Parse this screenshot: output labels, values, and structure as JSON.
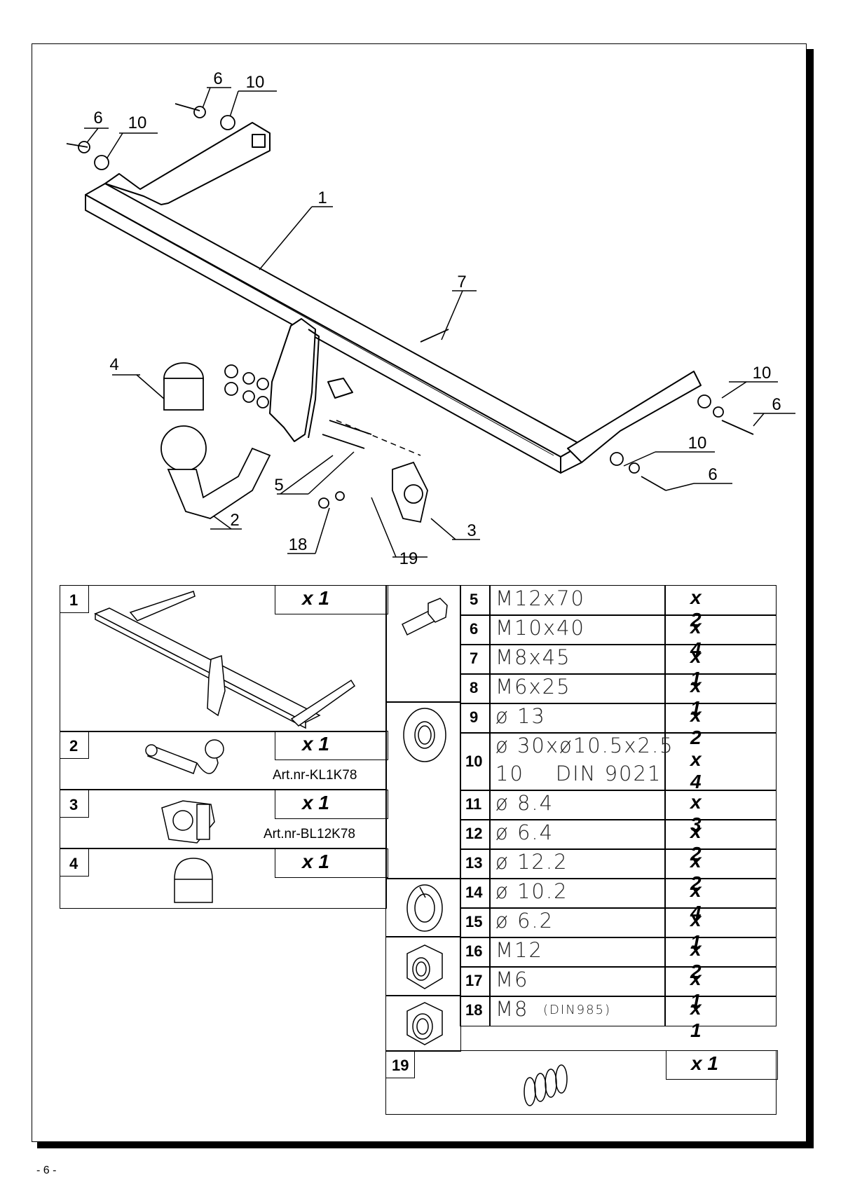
{
  "page_number": "- 6 -",
  "callouts": {
    "c1": "1",
    "c2": "2",
    "c3": "3",
    "c4": "4",
    "c5": "5",
    "c7": "7",
    "c6a": "6",
    "c6b": "6",
    "c6c": "6",
    "c6d": "6",
    "c10a": "10",
    "c10b": "10",
    "c10c": "10",
    "c10d": "10",
    "c18": "18",
    "c19": "19"
  },
  "left_parts": [
    {
      "num": "1",
      "qty": "x 1",
      "art": ""
    },
    {
      "num": "2",
      "qty": "x 1",
      "art": "Art.nr-KL1K78"
    },
    {
      "num": "3",
      "qty": "x 1",
      "art": "Art.nr-BL12K78"
    },
    {
      "num": "4",
      "qty": "x 1",
      "art": ""
    }
  ],
  "hardware": [
    {
      "num": "5",
      "spec": "M12x70",
      "qty": "x 2"
    },
    {
      "num": "6",
      "spec": "M10x40",
      "qty": "x 4"
    },
    {
      "num": "7",
      "spec": "M8x45",
      "qty": "x 1"
    },
    {
      "num": "8",
      "spec": "M6x25",
      "qty": "x 1"
    },
    {
      "num": "9",
      "spec": "ø 13",
      "qty": "x 2"
    },
    {
      "num": "10",
      "spec": "ø 30xø10.5x2.5",
      "spec2": "10    DIN 9021",
      "qty": "x 4"
    },
    {
      "num": "11",
      "spec": "ø 8.4",
      "qty": "x 3"
    },
    {
      "num": "12",
      "spec": "ø 6.4",
      "qty": "x 2"
    },
    {
      "num": "13",
      "spec": "ø 12.2",
      "qty": "x 2"
    },
    {
      "num": "14",
      "spec": "ø 10.2",
      "qty": "x 4"
    },
    {
      "num": "15",
      "spec": "ø 6.2",
      "qty": "x 1"
    },
    {
      "num": "16",
      "spec": "M12",
      "qty": "x 2"
    },
    {
      "num": "17",
      "spec": "M6",
      "qty": "x 1"
    },
    {
      "num": "18",
      "spec": "M8",
      "spec_small": "(DIN985)",
      "qty": "x 1"
    }
  ],
  "spring": {
    "num": "19",
    "qty": "x 1"
  },
  "icons": [
    "bolt-icon",
    "flat-washer-icon",
    "spring-washer-icon",
    "hex-nut-icon",
    "lock-nut-icon",
    "spring-icon",
    "towbar-icon",
    "tow-ball-icon",
    "socket-plate-icon",
    "ball-cap-icon"
  ]
}
